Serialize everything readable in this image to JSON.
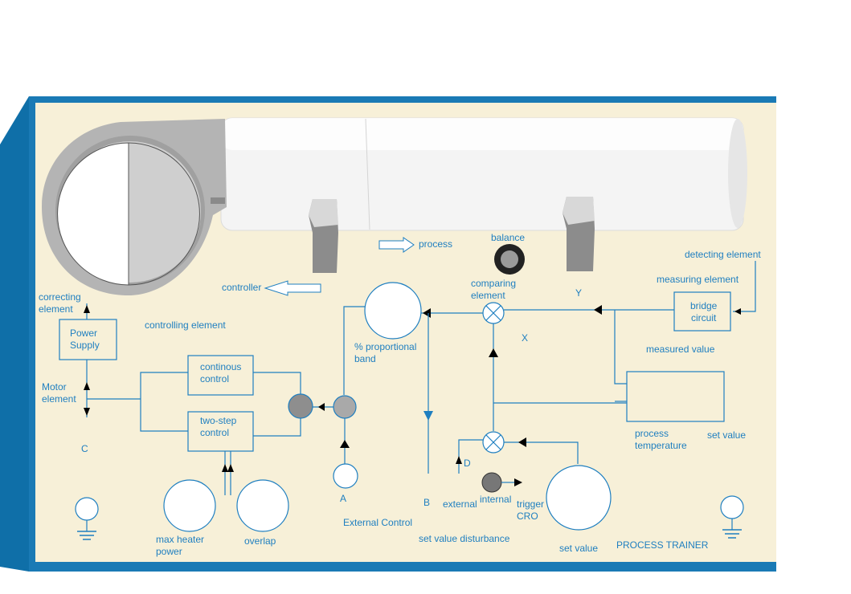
{
  "panel": {
    "title": "PROCESS TRAINER",
    "colors": {
      "frame": "#1a7ab5",
      "frame_dark": "#0b5f92",
      "panel_bg": "#f7f0d8",
      "text": "#1f7fc0"
    }
  },
  "labels": {
    "process": "process",
    "balance": "balance",
    "controller": "controller",
    "detecting_element": "detecting element",
    "measuring_element": "measuring element",
    "comparing_element_1": "comparing",
    "comparing_element_2": "element",
    "y": "Y",
    "x": "X",
    "correcting_element_1": "correcting",
    "correcting_element_2": "element",
    "controlling_element": "controlling element",
    "prop_band_1": "% proportional",
    "prop_band_2": "band",
    "measured_value": "measured value",
    "motor_element_1": "Motor",
    "motor_element_2": "element",
    "c": "C",
    "a": "A",
    "b": "B",
    "d": "D",
    "external": "external",
    "internal": "internal",
    "trigger_cro_1": "trigger",
    "trigger_cro_2": "CRO",
    "external_control": "External Control",
    "set_value_disturbance": "set value disturbance",
    "set_value_knob": "set value",
    "set_value_side": "set value",
    "process_temperature_1": "process",
    "process_temperature_2": "temperature",
    "max_heater_power_1": "max heater",
    "max_heater_power_2": "power",
    "overlap": "overlap"
  },
  "blocks": {
    "power_supply_1": "Power",
    "power_supply_2": "Supply",
    "continuous_control_1": "continous",
    "continuous_control_2": "control",
    "two_step_control_1": "two-step",
    "two_step_control_2": "control",
    "bridge_circuit_1": "bridge",
    "bridge_circuit_2": "circuit"
  },
  "icons": [
    "ground-icon",
    "fan-housing-icon",
    "heater-tube-icon",
    "arrow-icon",
    "summing-junction-icon"
  ]
}
